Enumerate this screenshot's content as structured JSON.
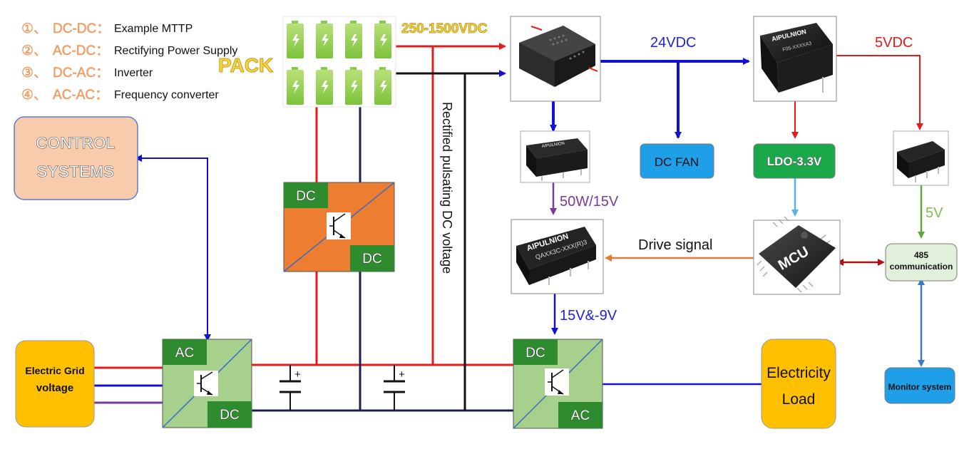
{
  "legend": {
    "items": [
      {
        "num": "①、",
        "key": "DC-DC：",
        "desc": "Example MTTP"
      },
      {
        "num": "②、",
        "key": "AC-DC：",
        "desc": "Rectifying Power Supply"
      },
      {
        "num": "③、",
        "key": "DC-AC：",
        "desc": "Inverter"
      },
      {
        "num": "④、",
        "key": "AC-AC：",
        "desc": "Frequency converter"
      }
    ]
  },
  "pack": {
    "label": "PACK",
    "voltage": "250-1500VDC"
  },
  "control_systems": {
    "line1": "CONTROL",
    "line2": "SYSTEMS"
  },
  "grid": {
    "line1": "Electric Grid",
    "line2": "voltage"
  },
  "load": {
    "line1": "Electricity",
    "line2": "Load"
  },
  "converters": {
    "ac_dc": {
      "top": "AC",
      "bottom": "DC"
    },
    "dc_dc": {
      "top": "DC",
      "bottom": "DC"
    },
    "dc_ac": {
      "top": "DC",
      "bottom": "AC"
    }
  },
  "rectified_label": "Rectified pulsating DC voltage",
  "labels": {
    "v24": "24VDC",
    "v5": "5VDC",
    "w50": "50W/15V",
    "v15": "15V&-9V",
    "v5b": "5V",
    "drive": "Drive signal"
  },
  "boxes": {
    "dc_fan": "DC FAN",
    "ldo": "LDO-3.3V",
    "mcu": "MCU",
    "comm_line1": "485",
    "comm_line2": "communication",
    "monitor": "Monitor system"
  },
  "module_marks": {
    "big_module": "AIPULNION",
    "big_module_model": "F05-XXXXA3",
    "driver_module": "AIPULNION",
    "driver_module_model": "QAXX3C-XXX(R)3",
    "small_module": "AIPULNION"
  },
  "colors": {
    "red": "#e21b1b",
    "blue": "#1010d8",
    "navy": "#1c2050",
    "black": "#111111",
    "purple": "#7a3a9a",
    "orange_wire": "#e87a30",
    "light_blue_wire": "#5ab0e0",
    "green_wire": "#5aaa3a",
    "dark_red_wire": "#b01010",
    "steel_blue_wire": "#3a78c8",
    "converter_green": "#a8d08d",
    "converter_orange": "#ed7d31",
    "tag_green": "#2e8b2e",
    "control_fill": "#f8cbad",
    "grid_fill": "#ffc000",
    "fan_fill": "#1e9fe8",
    "ldo_fill": "#1aa84a",
    "comm_fill": "#e2efda"
  }
}
